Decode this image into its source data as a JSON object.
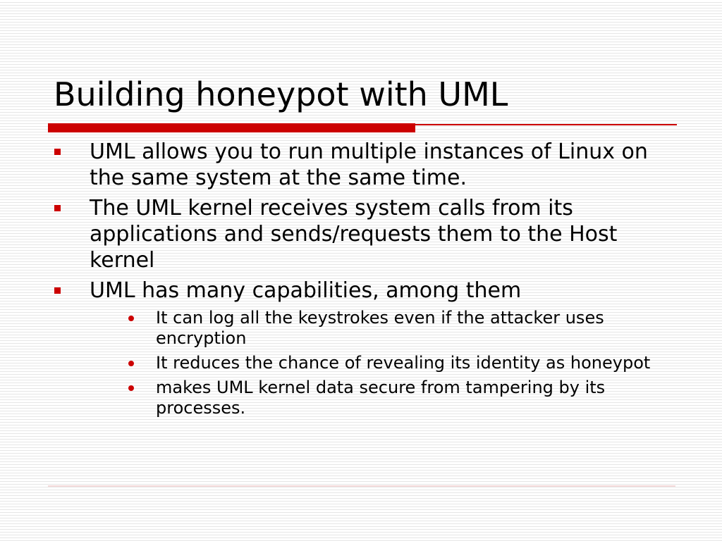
{
  "slide": {
    "title": "Building honeypot with UML",
    "bullets": [
      {
        "text": "UML allows you to run multiple instances of Linux on the same system at the same time."
      },
      {
        "text": "The UML kernel receives system calls from its applications and sends/requests them to the Host kernel"
      },
      {
        "text": "UML has many capabilities, among them"
      }
    ],
    "sub_bullets": [
      {
        "text": "It can log all the keystrokes even if the attacker uses encryption"
      },
      {
        "text": "It reduces the chance of revealing its identity as honeypot"
      },
      {
        "text": "makes UML kernel data secure from tampering by its processes."
      }
    ]
  },
  "colors": {
    "accent": "#cc0000",
    "stripe": "#e6e6e6",
    "text": "#000000"
  },
  "icons": {
    "bullet": "red-square-bullet-icon",
    "sub_bullet": "red-dot-bullet-icon"
  }
}
